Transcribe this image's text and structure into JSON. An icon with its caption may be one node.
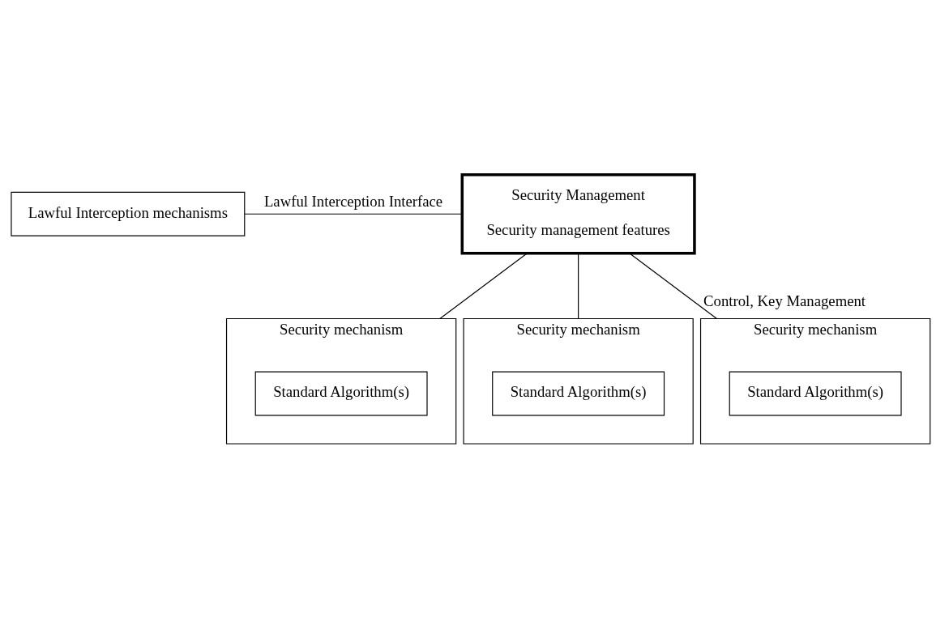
{
  "diagram": {
    "nodes": [
      {
        "text": [
          "Lawful Interception mechanisms"
        ]
      },
      {
        "text": [
          "Security Management",
          "Security management features"
        ]
      },
      {
        "text": [
          "Security mechanism"
        ]
      },
      {
        "text": [
          "Standard Algorithm(s)"
        ],
        "in": 2
      },
      {
        "text": [
          "Security mechanism"
        ]
      },
      {
        "text": [
          "Standard Algorithm(s)"
        ],
        "in": 4
      },
      {
        "text": [
          "Security mechanism"
        ]
      },
      {
        "text": [
          "Standard Algorithm(s)"
        ],
        "in": 6
      }
    ],
    "edges": [
      {
        "from": 0,
        "to": 1,
        "arrow": "none",
        "label": "Lawful Interception Interface"
      },
      {
        "from": 1,
        "to": 2,
        "arrow": "none"
      },
      {
        "from": 1,
        "to": 4,
        "arrow": "none"
      },
      {
        "from": 1,
        "to": 6,
        "arrow": "none",
        "label": "Control, Key Management"
      }
    ]
  }
}
